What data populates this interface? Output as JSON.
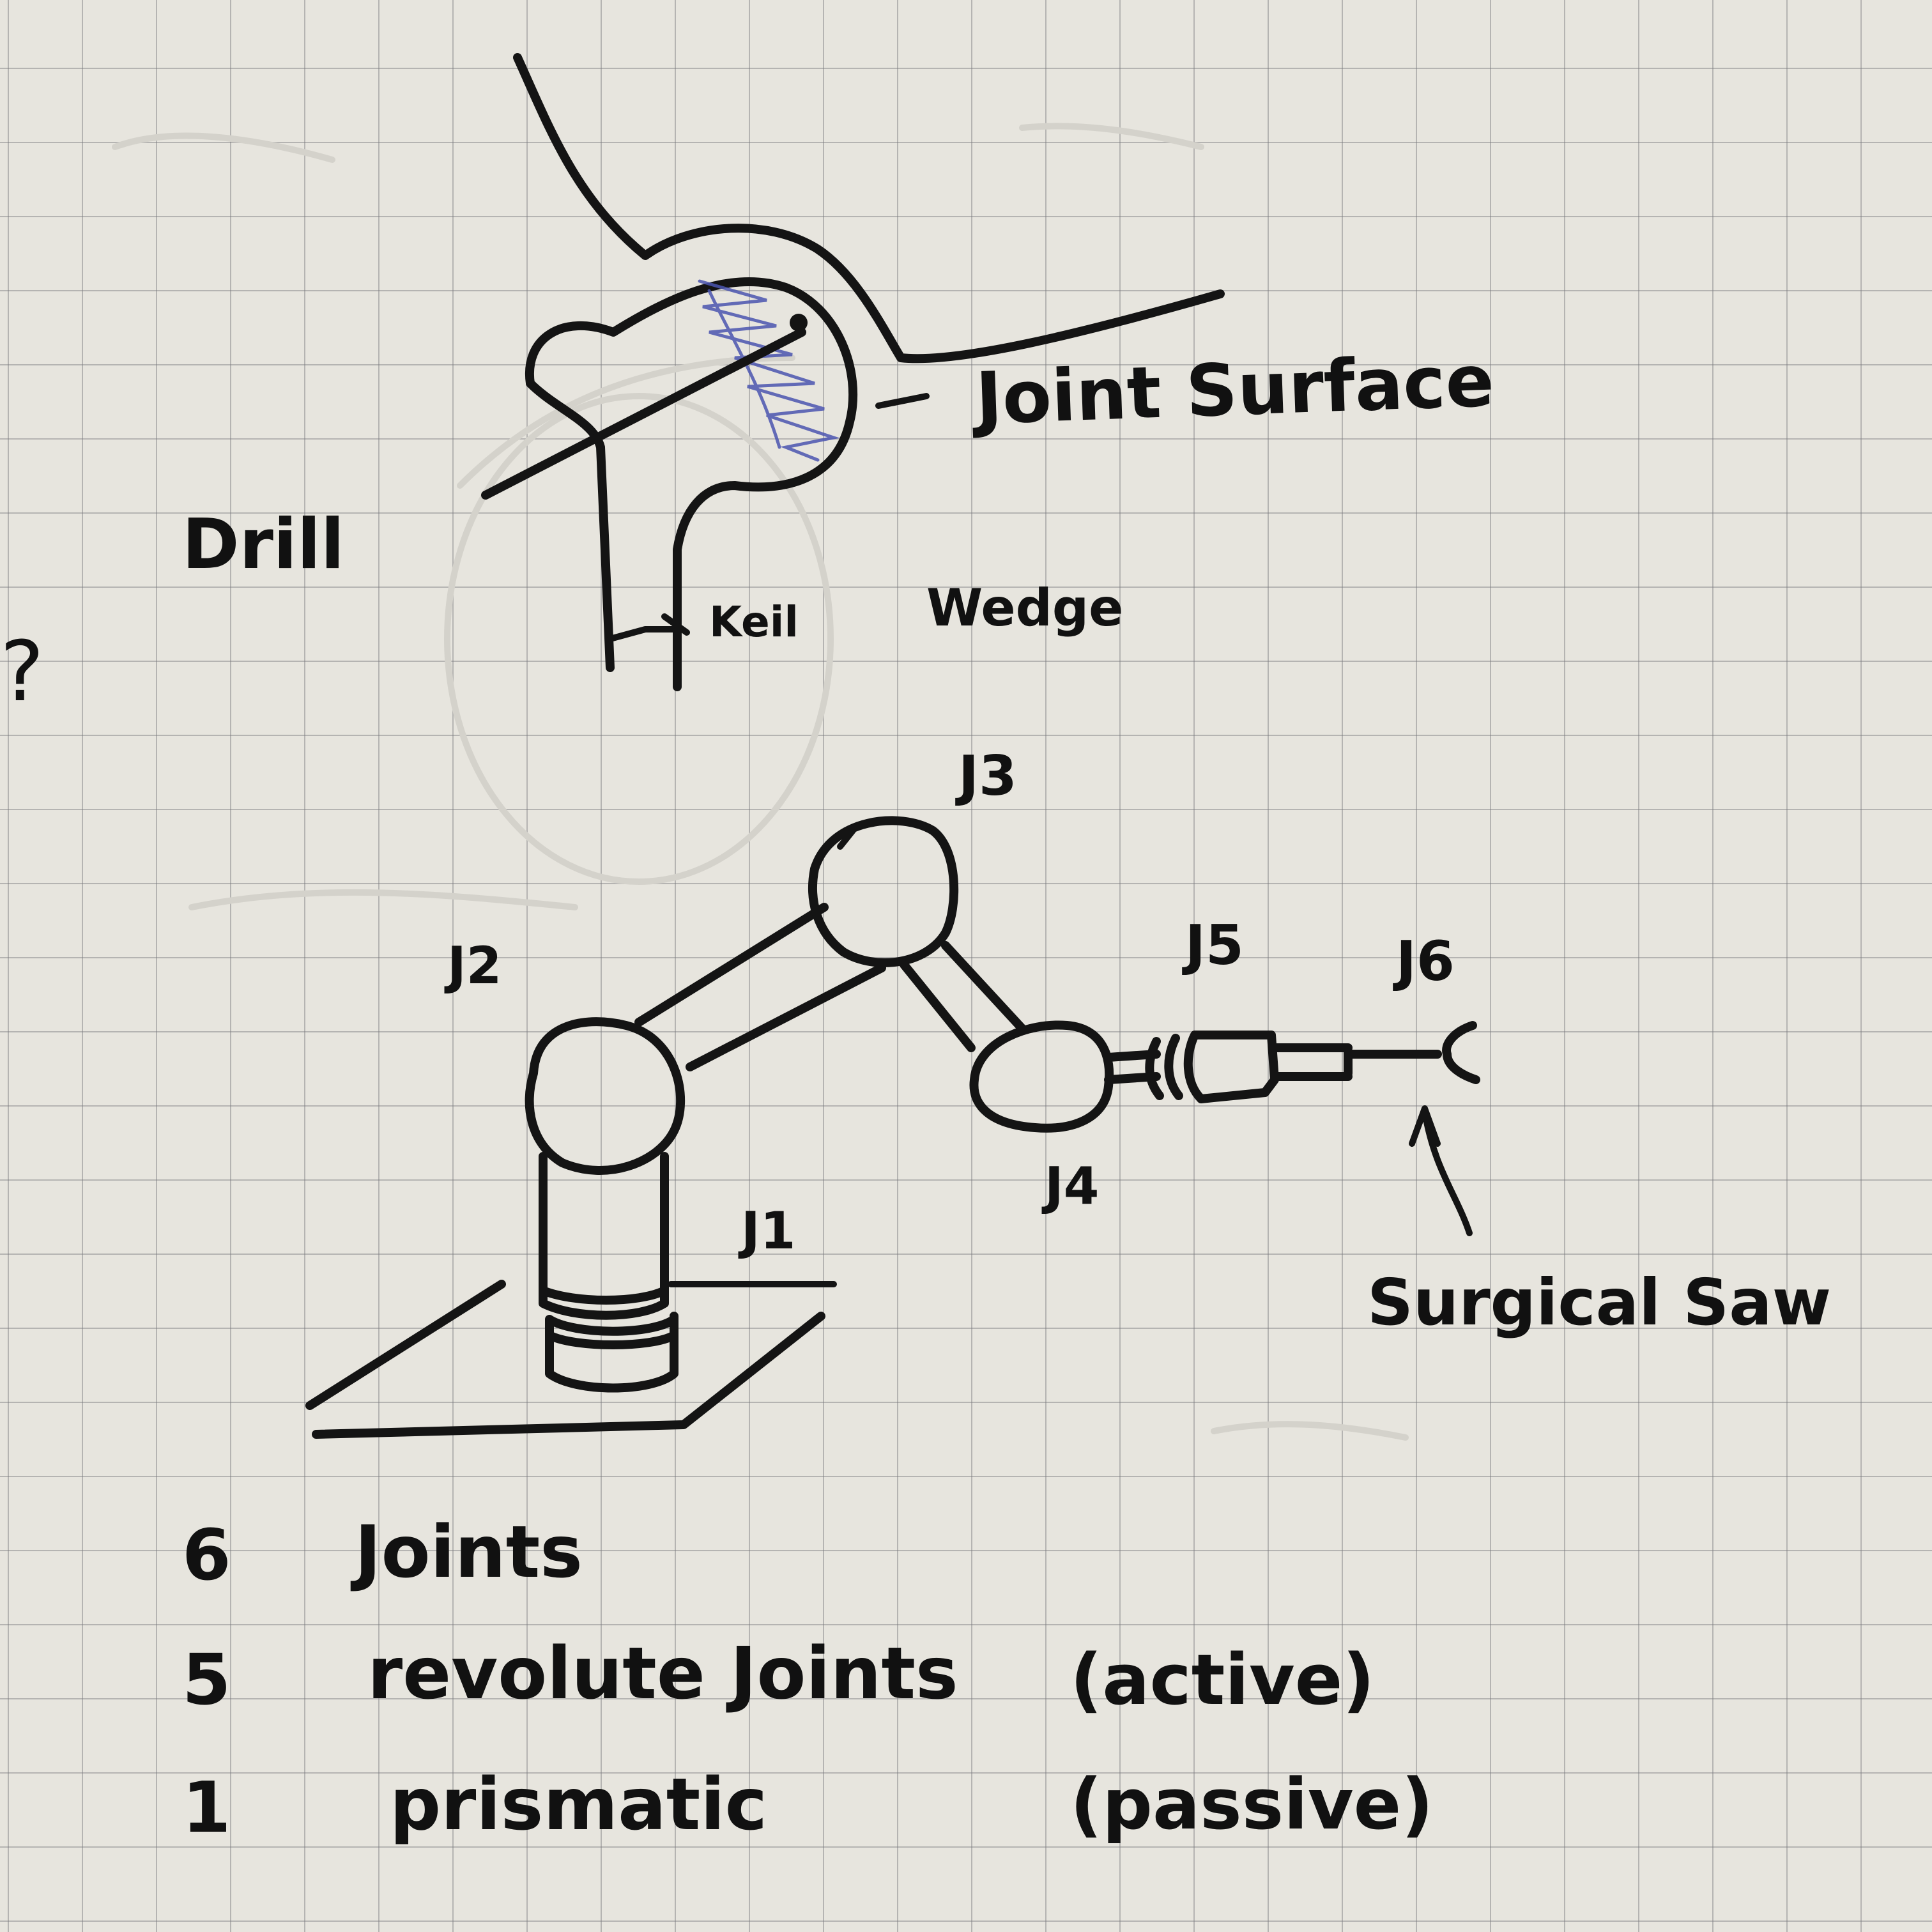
{
  "diagram": {
    "labels": {
      "joint_surface": "Joint Surface",
      "drill": "Drill",
      "keil": "Keil",
      "wedge": "Wedge",
      "question_mark": "?",
      "j1": "J1",
      "j2": "J2",
      "j3": "J3",
      "j4": "J4",
      "j5": "J5",
      "j6": "J6",
      "surgical_saw": "Surgical Saw"
    },
    "notes": [
      {
        "count": "6",
        "text": "Joints",
        "mode": ""
      },
      {
        "count": "5",
        "text": "revolute Joints",
        "mode": "(active)"
      },
      {
        "count": "1",
        "text": "prismatic",
        "mode": "(passive)"
      }
    ],
    "colors": {
      "ink": "#141414",
      "hatch": "#4b55b0",
      "paper": "#e7e5de",
      "grid": "#7a7a80"
    }
  }
}
